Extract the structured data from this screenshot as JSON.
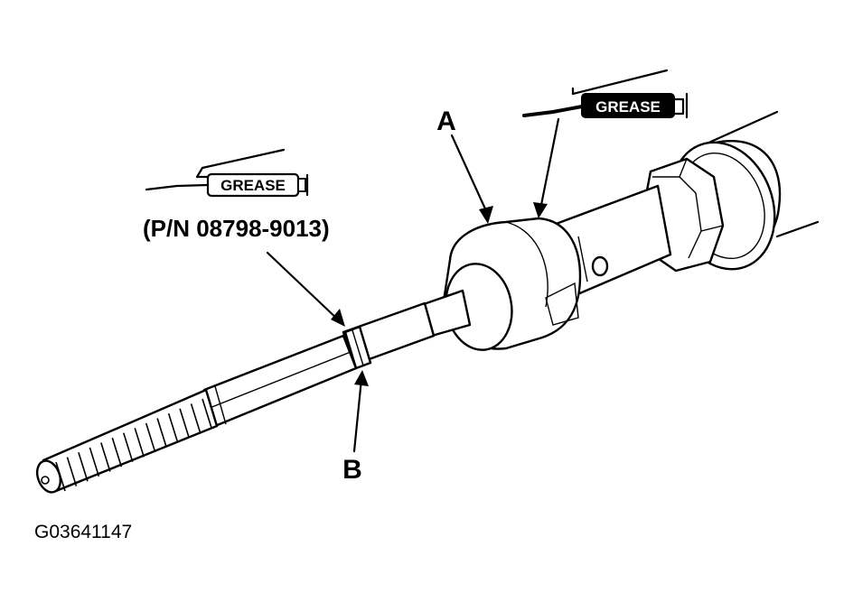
{
  "figure_id": "G03641147",
  "callouts": {
    "a": "A",
    "b": "B"
  },
  "part_number": "(P/N 08798-9013)",
  "grease_tubes": [
    {
      "label": "GREASE",
      "style": "outline"
    },
    {
      "label": "GREASE",
      "style": "filled"
    }
  ],
  "colors": {
    "ink": "#000000",
    "paper": "#ffffff"
  }
}
